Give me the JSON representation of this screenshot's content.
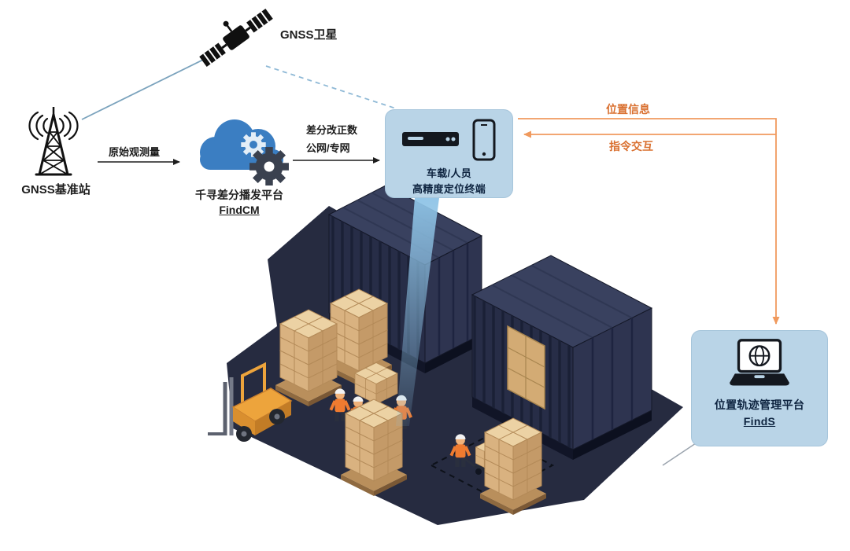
{
  "nodes": {
    "satellite": {
      "label": "GNSS卫星"
    },
    "base_station": {
      "label": "GNSS基准站"
    },
    "findcm": {
      "name": "千寻差分播发平台",
      "product": "FindCM"
    },
    "terminal": {
      "line1": "车载/人员",
      "line2": "高精度定位终端"
    },
    "finds": {
      "name": "位置轨迹管理平台",
      "product": "FindS"
    }
  },
  "edges": {
    "raw_observation": "原始观测量",
    "diff_correction": "差分改正数",
    "network": "公网/专网",
    "position_info": "位置信息",
    "command_interaction": "指令交互"
  },
  "icons": {
    "satellite": "satellite-icon",
    "base_station": "base-station-icon",
    "findcm": "cloud-gear-icon",
    "terminal_receiver": "receiver-icon",
    "terminal_phone": "smartphone-icon",
    "finds": "laptop-globe-icon"
  },
  "colors": {
    "panel_blue": "#b9d4e7",
    "cloud_blue": "#3b7ec2",
    "dark_icon": "#14181f",
    "gear_dark": "#3a414f",
    "line_blue": "#7ba3bd",
    "dashed_blue": "#8fb9d6",
    "arrow_black": "#1d1d1d",
    "orange_line": "#f09a5e",
    "orange_text": "#d96f2f",
    "floor_navy": "#262b40",
    "container_top": "#39415f",
    "container_side": "#272d47",
    "container_face": "#2e3450",
    "crate_top": "#ecd2a4",
    "crate_left": "#d9b280",
    "crate_right": "#c49a68"
  }
}
